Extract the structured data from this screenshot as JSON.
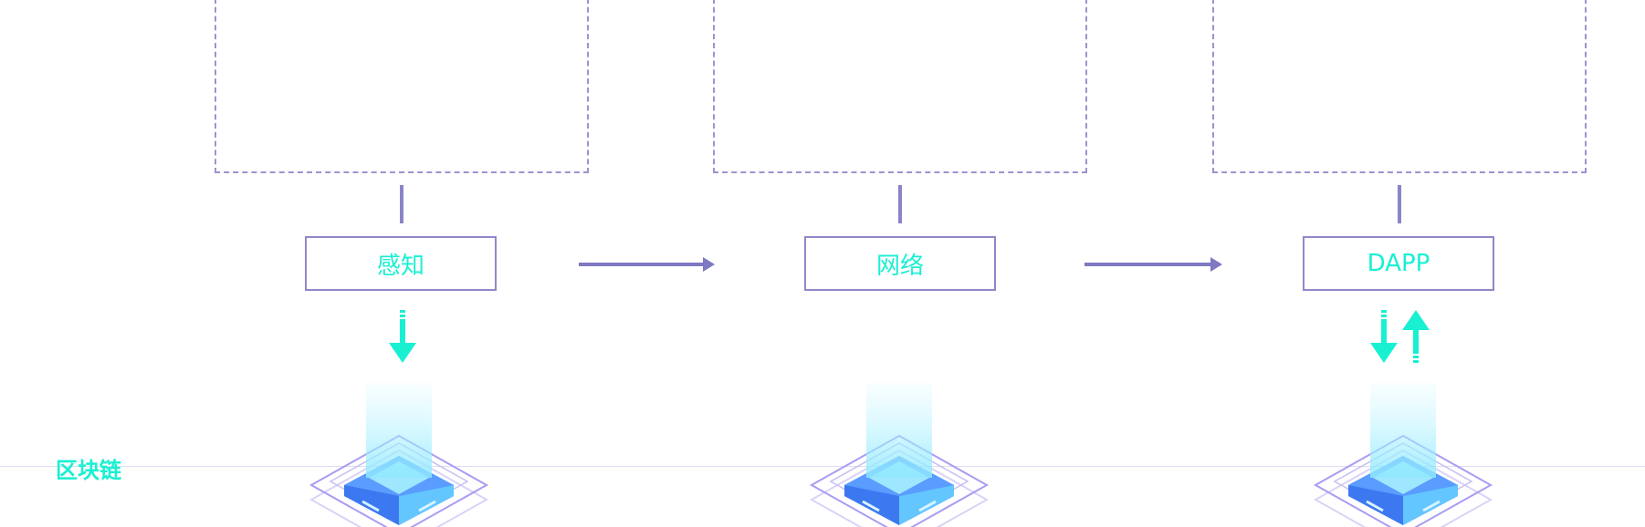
{
  "diagram": {
    "stages": [
      {
        "label": "感知"
      },
      {
        "label": "网络"
      },
      {
        "label": "DAPP"
      }
    ],
    "chain_label": "区块链",
    "colors": {
      "accent": "#19f0d2",
      "outline": "#8f88c9",
      "dashed": "#9b93cf",
      "chip_blue": "#4f8bff",
      "chip_light": "#9fe6ff"
    }
  }
}
